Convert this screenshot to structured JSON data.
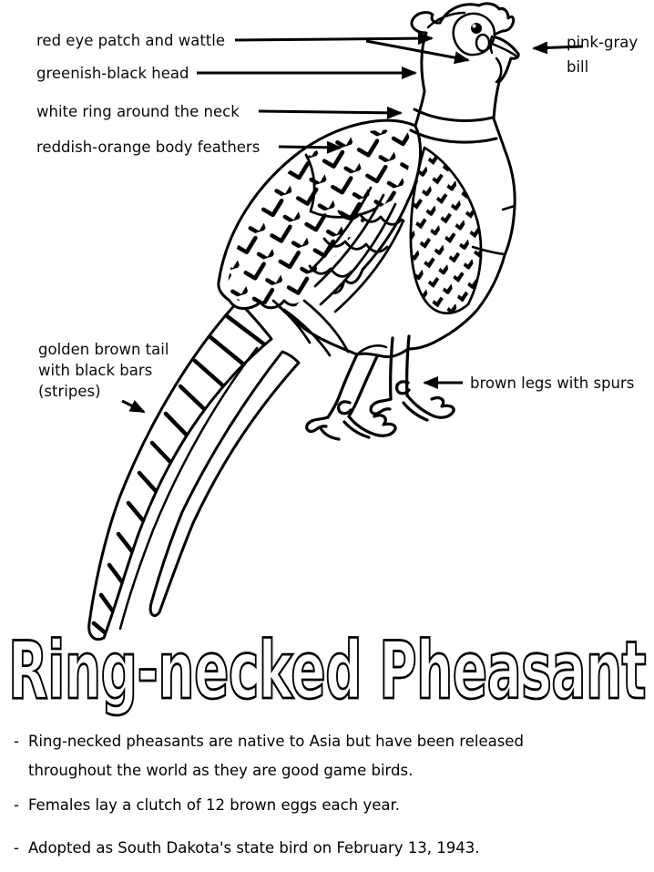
{
  "page": {
    "background": "#ffffff",
    "ink": "#000000"
  },
  "diagram": {
    "illustration": "ring-necked-pheasant-line-drawing",
    "labels": {
      "eye_patch": "red eye patch and wattle",
      "head": "greenish-black head",
      "neck_ring": "white ring around the neck",
      "body_feathers": "reddish-orange body feathers",
      "bill_line1": "pink-gray",
      "bill_line2": "bill",
      "tail_line1": "golden brown tail",
      "tail_line2": "with black bars",
      "tail_line3": "(stripes)",
      "legs": "brown legs with spurs"
    }
  },
  "title": "Ring-necked Pheasant",
  "facts": [
    {
      "marker": "-",
      "text": "Ring-necked pheasants are native to Asia but have been released throughout the world as they are good game birds."
    },
    {
      "marker": "-",
      "text": "Females lay a clutch of 12 brown eggs each year."
    },
    {
      "marker": "-",
      "text": "Adopted as South Dakota's state bird on February 13, 1943."
    }
  ]
}
